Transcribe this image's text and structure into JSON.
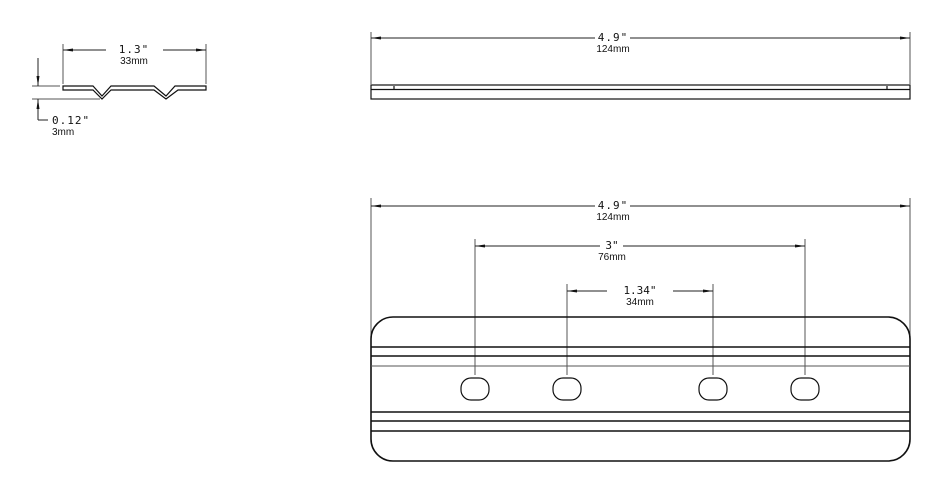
{
  "drawing": {
    "views": {
      "side_profile": {
        "width_dim": {
          "imperial": "1.3\"",
          "metric": "33mm"
        },
        "height_dim": {
          "imperial": "0.12\"",
          "metric": "3mm"
        }
      },
      "top_edge": {
        "length_dim": {
          "imperial": "4.9\"",
          "metric": "124mm"
        }
      },
      "plan": {
        "length_dim": {
          "imperial": "4.9\"",
          "metric": "124mm"
        },
        "outer_slot_spacing": {
          "imperial": "3\"",
          "metric": "76mm"
        },
        "inner_slot_spacing": {
          "imperial": "1.34\"",
          "metric": "34mm"
        },
        "slot_count": 4,
        "groove_lines": 6
      }
    },
    "colors": {
      "line": "#111111",
      "background": "#ffffff"
    }
  }
}
